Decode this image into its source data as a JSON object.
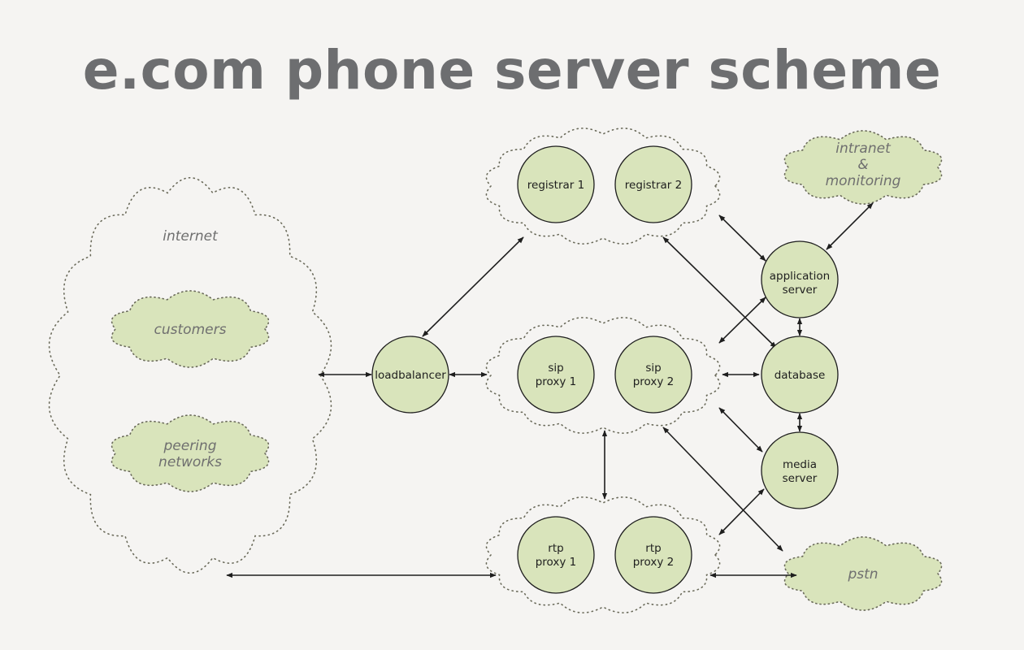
{
  "title": "e.com phone server scheme",
  "clouds": {
    "internet": "internet",
    "customers": "customers",
    "peering": [
      "peering",
      "networks"
    ],
    "intranet": [
      "intranet",
      "&",
      "monitoring"
    ],
    "pstn": "pstn"
  },
  "nodes": {
    "registrar_1": [
      "registrar 1"
    ],
    "registrar_2": [
      "registrar 2"
    ],
    "loadbalancer": [
      "loadbalancer"
    ],
    "sip_proxy_1": [
      "sip",
      "proxy 1"
    ],
    "sip_proxy_2": [
      "sip",
      "proxy 2"
    ],
    "rtp_proxy_1": [
      "rtp",
      "proxy 1"
    ],
    "rtp_proxy_2": [
      "rtp",
      "proxy 2"
    ],
    "application_server": [
      "application",
      "server"
    ],
    "database": [
      "database"
    ],
    "media_server": [
      "media",
      "server"
    ]
  },
  "colors": {
    "node_fill": "#d9e4bb",
    "node_stroke": "#1e1e1e",
    "cloud_fill": "#d9e4bb",
    "dotted_stroke": "#6a6a5a",
    "arrow": "#1e1e1e",
    "title": "#6d6e70",
    "background": "#f5f4f2"
  }
}
